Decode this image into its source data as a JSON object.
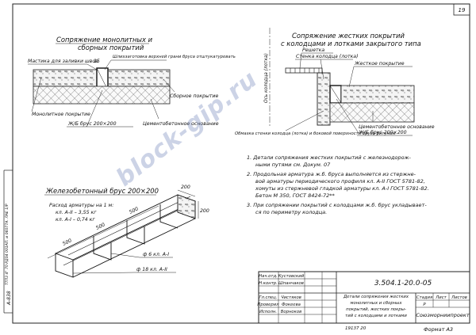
{
  "sheet": {
    "page_number": "19",
    "format_label": "Формат А3",
    "bottom_code": "19137   20"
  },
  "watermark": "block-gip.ru",
  "stamp": {
    "left_code": "А-838",
    "vertical_text": "ТТП3 4\" 70 РД04 001АП. и 06077А. ЛАЕ 1/Р"
  },
  "section1": {
    "title_line1": "Сопряжение монолитных и",
    "title_line2": "сборных покрытий",
    "labels": {
      "joint_mastic": "Мастика для заливки швов",
      "dim_15": "15",
      "edge_trim": "Шлихзаготовка верхней грани бруса отштукатуревать",
      "precast_cover": "Сборное покрытие",
      "monolithic_cover": "Монолитное покрытие",
      "beam": "Ж/Б брус 200×200",
      "cement_base": "Цементобетонное основание"
    }
  },
  "section2": {
    "title_line1": "Сопряжение жестких покрытий",
    "title_line2": "с колодцами и лотками закрытого типа",
    "labels": {
      "well_axis": "Ось колодца (лотка)",
      "grate": "Решетка",
      "well_wall": "Стенка колодца (лотка)",
      "hard_cover": "Жесткое покрытие",
      "wall_note": "Обмазка стенки колодца (лотка) и боковой поверхности бруса битумом",
      "cement_base": "Цементобетонное основание",
      "beam": "Ж/Б брус 200×200"
    }
  },
  "section3": {
    "title": "Железобетонный брус 200×200",
    "consumption_title": "Расход арматуры на 1 м:",
    "consumption_1": "кл. А-II – 3,55 кг",
    "consumption_2": "кл. А-I – 0,74 кг",
    "dim_top": "200",
    "dim_side": "200",
    "dim_1": "500",
    "dim_2": "500",
    "dim_3": "500",
    "rebar_1": "ф 6 кл. А-I",
    "rebar_2": "ф 18 кл. А-II"
  },
  "notes": [
    "1. Детали сопряжения жестких покрытий с железнодорож-",
    "ными путями см. Докум. 07",
    "2. Продольная арматура ж.б. бруса выполняется из стержне-",
    "вой арматуры периодического профиля кл. А-II ГОСТ 5781-82,",
    "хомуты из стержневой гладкой арматуры кл. А-I ГОСТ 5781-82.",
    "Бетон  М 350, ГОСТ 8424-72**",
    "3. При сопряжении покрытий с колодцами ж.б. брус укладывает-",
    "ся по периметру колодца."
  ],
  "title_block": {
    "doc_code": "3.504.1-20.0-05",
    "description": [
      "Детали сопряжения жестких",
      "монолитных и сборных",
      "покрытий, жестких покры-",
      "тий с колодцами и лотками"
    ],
    "stage_header": "Стадия",
    "sheet_header": "Лист",
    "sheets_header": "Листов",
    "stage_value": "Р",
    "org": "Союзморниипроект",
    "roles": [
      "Нач.отд.",
      "Н.контр.",
      "Гл.спец.",
      "Проверил",
      "Исполн."
    ],
    "names": [
      "Кустовский",
      "Шпанчаков",
      "Чистяков",
      "Фокеева",
      "Ворноков"
    ]
  }
}
